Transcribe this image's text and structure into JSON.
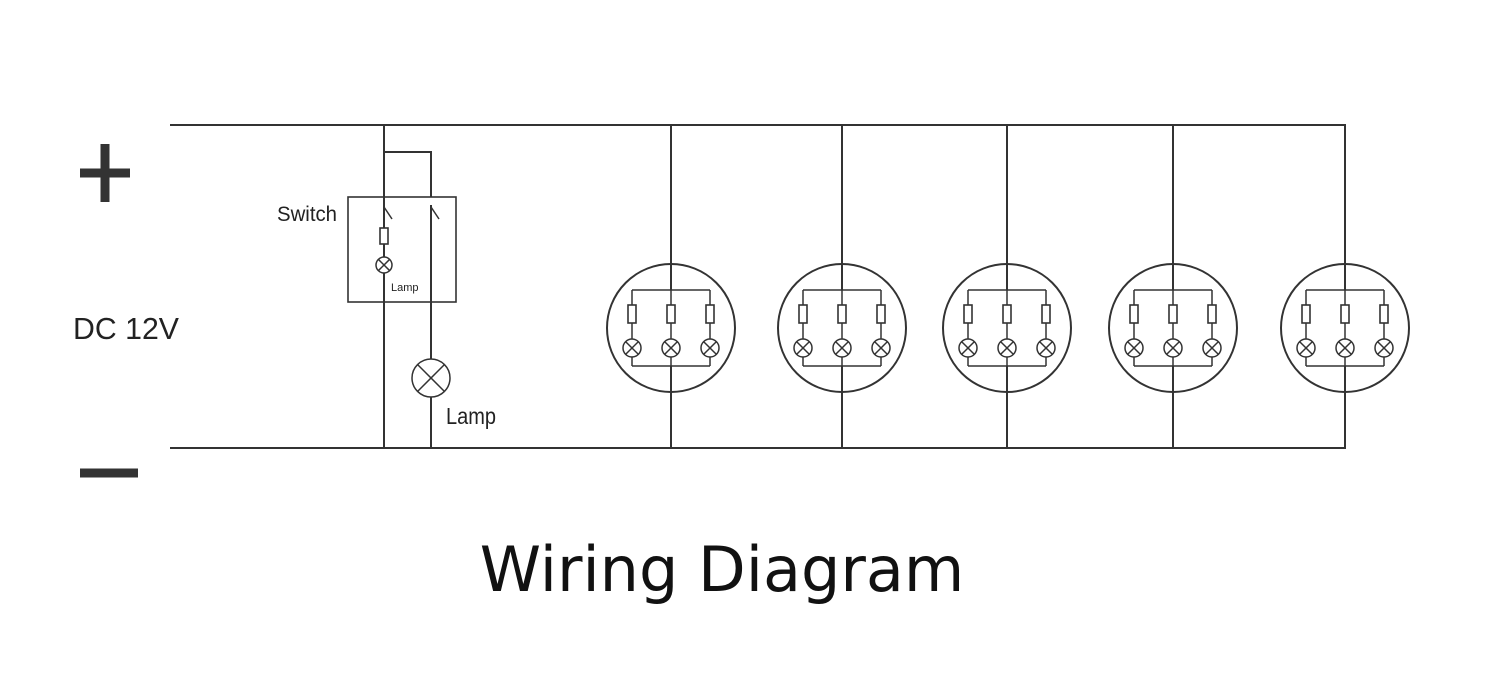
{
  "diagram": {
    "positive_symbol": "+",
    "negative_symbol": "−",
    "supply_label": "DC 12V",
    "switch_label": "Switch",
    "switch_lamp_label": "Lamp",
    "lamp_label": "Lamp",
    "module_count": 5,
    "lamps_per_module": 3
  },
  "caption": "Wiring Diagram"
}
